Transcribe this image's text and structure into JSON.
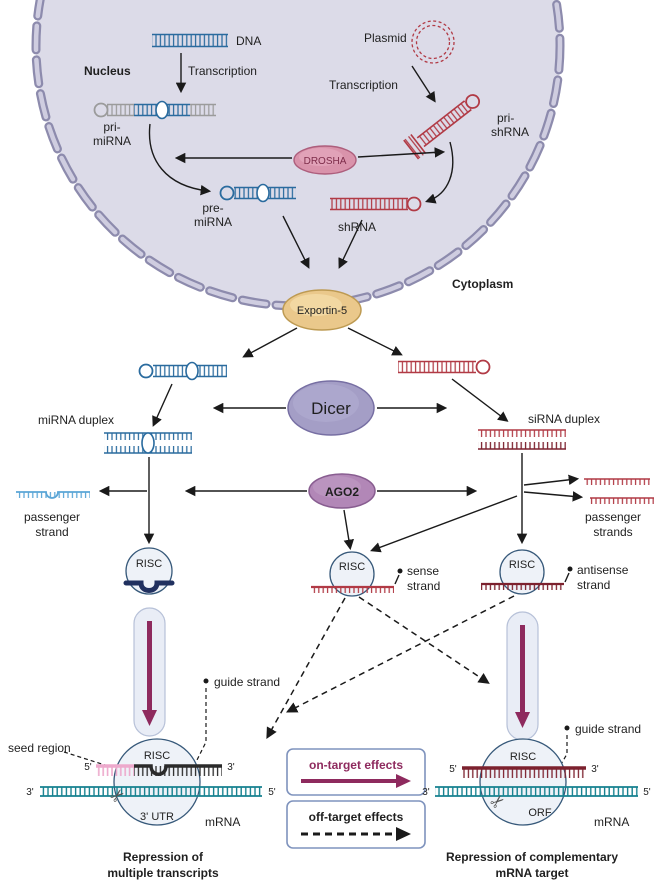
{
  "labels": {
    "nucleus": "Nucleus",
    "cytoplasm": "Cytoplasm",
    "dna": "DNA",
    "transcription": "Transcription",
    "plasmid": "Plasmid",
    "pri": "pri-",
    "pre": "pre-",
    "mirna": "miRNA",
    "shrna": "shRNA",
    "drosha": "DROSHA",
    "exportin5": "Exportin-5",
    "dicer": "Dicer",
    "ago2": "AGO2",
    "mirna_duplex": "miRNA duplex",
    "sirna_duplex": "siRNA duplex",
    "passenger": "passenger",
    "strand": "strand",
    "strands": "strands",
    "risc": "RISC",
    "sense": "sense",
    "antisense": "antisense",
    "guide_strand": "guide strand",
    "seed_region": "seed region",
    "utr3": "3' UTR",
    "orf": "ORF",
    "mrna": "mRNA",
    "five_prime": "5'",
    "three_prime": "3'",
    "repression_left_1": "Repression of",
    "repression_left_2": "multiple transcripts",
    "repression_right_1": "Repression of complementary",
    "repression_right_2": "mRNA target"
  },
  "legend": {
    "on_target": "on-target effects",
    "off_target": "off-target effects"
  },
  "icons": {
    "scissors": "✂"
  },
  "colors": {
    "rna_blue": "#2a6b9e",
    "rna_light_blue": "#5aa5d6",
    "rna_gray": "#9b9b9b",
    "rna_red": "#b13a45",
    "rna_dark_red": "#7c212e",
    "rna_navy": "#20305f",
    "guide_black": "#2a2a2a",
    "mrna_teal": "#15818f",
    "seed_pink": "#eda9cc",
    "nucleus_fill": "#dcdbe8",
    "membrane_dark": "#8d8bad",
    "membrane_light": "#cfcde0",
    "drosha_fill": "#d993ab",
    "drosha_stroke": "#ad5e7c",
    "drosha_text": "#7d2c4a",
    "exportin_fill": "#eac88b",
    "exportin_stroke": "#bd9a52",
    "dicer_fill": "#a49ec6",
    "dicer_stroke": "#776fa3",
    "ago2_fill": "#b287b7",
    "ago2_stroke": "#885d90",
    "risc_fill": "#eef2f8",
    "risc_stroke": "#37597a",
    "on_target": "#8e2a5e",
    "ink": "#1a1a1a",
    "legend_box_stroke": "#7f93bd",
    "process_fill": "#e9edf6",
    "process_stroke": "#b7c1d8"
  }
}
